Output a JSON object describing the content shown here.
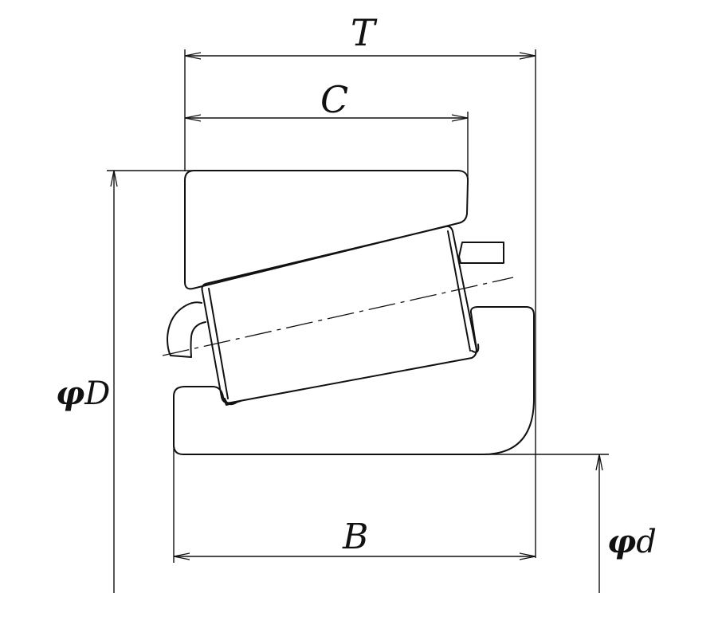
{
  "labels": {
    "T": "T",
    "C": "C",
    "B": "B",
    "phi_D": "D",
    "phi_d": "d",
    "phi_symbol": "φ"
  },
  "colors": {
    "stroke": "#111111",
    "background": "#ffffff"
  }
}
